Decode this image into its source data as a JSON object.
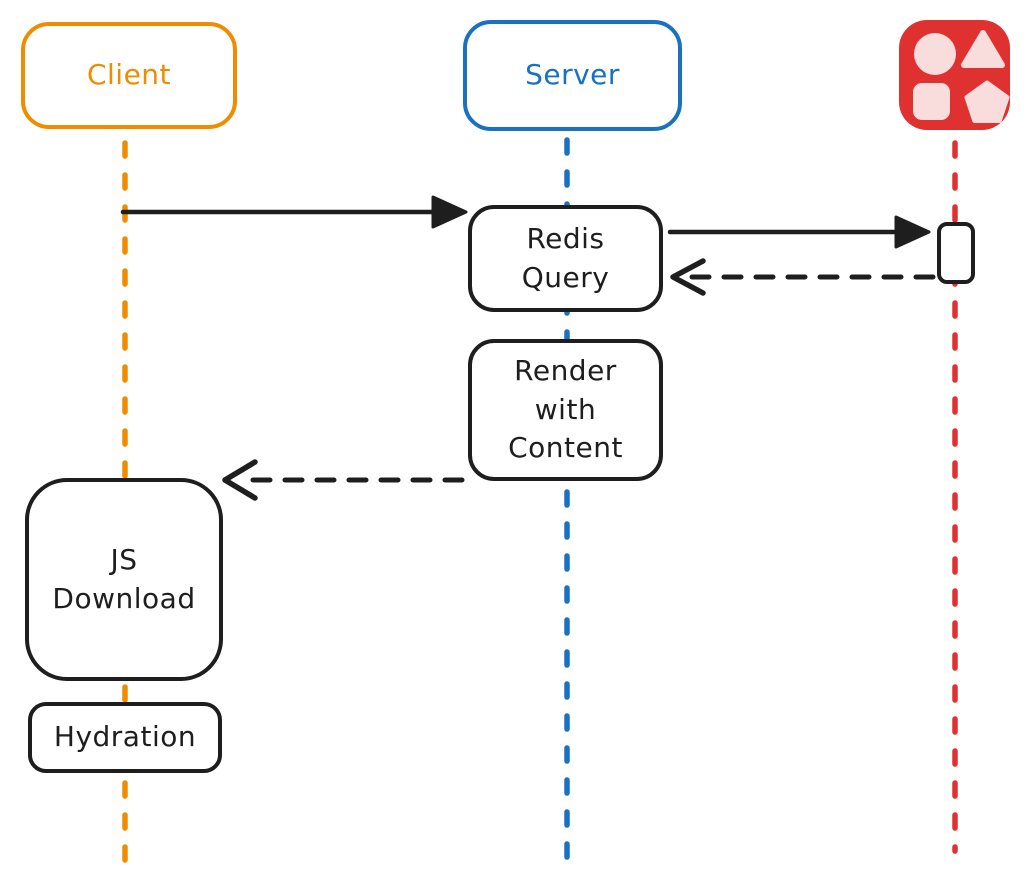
{
  "actors": {
    "client": {
      "label": "Client",
      "color": "#f08c00"
    },
    "server": {
      "label": "Server",
      "color": "#1971c2"
    },
    "datastore": {
      "icon": "shapes-icon",
      "color": "#e03131",
      "shape_fill": "#f9dcdc",
      "shapes": [
        "circle",
        "triangle",
        "rounded-square",
        "pentagon"
      ]
    }
  },
  "nodes": {
    "redis_query": {
      "label": "Redis\nQuery"
    },
    "render_with_content": {
      "label": "Render\nwith\nContent"
    },
    "js_download": {
      "label": "JS\nDownload"
    },
    "hydration": {
      "label": "Hydration"
    }
  },
  "edges": [
    {
      "from": "client",
      "to": "redis_query",
      "style": "solid",
      "head": "filled-arrow"
    },
    {
      "from": "redis_query",
      "to": "datastore",
      "style": "solid",
      "head": "filled-arrow"
    },
    {
      "from": "datastore",
      "to": "redis_query",
      "style": "dashed",
      "head": "open-arrow"
    },
    {
      "from": "render_with_content",
      "to": "js_download",
      "style": "dashed",
      "head": "open-arrow"
    }
  ],
  "colors": {
    "ink": "#1e1e1e",
    "client_accent": "#f08c00",
    "server_accent": "#1971c2",
    "datastore_accent": "#e03131",
    "background": "#ffffff"
  }
}
